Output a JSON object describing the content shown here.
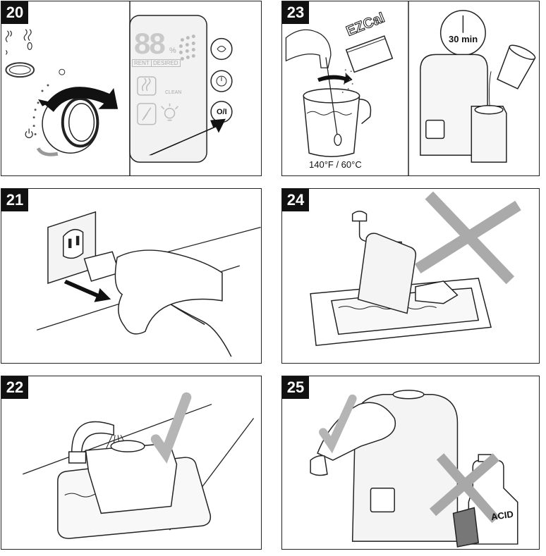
{
  "steps": {
    "s20": {
      "number": "20",
      "display_digits": "88",
      "display_unit": "%",
      "display_left": "RENT",
      "display_right": "DESIRED",
      "clean_label": "CLEAN",
      "power_label": "O/I"
    },
    "s21": {
      "number": "21"
    },
    "s22": {
      "number": "22"
    },
    "s23": {
      "number": "23",
      "brand": "EZCal",
      "temperature": "140°F / 60°C",
      "timer": "30 min"
    },
    "s24": {
      "number": "24"
    },
    "s25": {
      "number": "25",
      "bottle_label": "ACID"
    }
  },
  "colors": {
    "ink": "#111111",
    "check_gray": "#b5b5b5",
    "cross_gray": "#a8a8a8",
    "panel_gray": "#eeeeee"
  }
}
